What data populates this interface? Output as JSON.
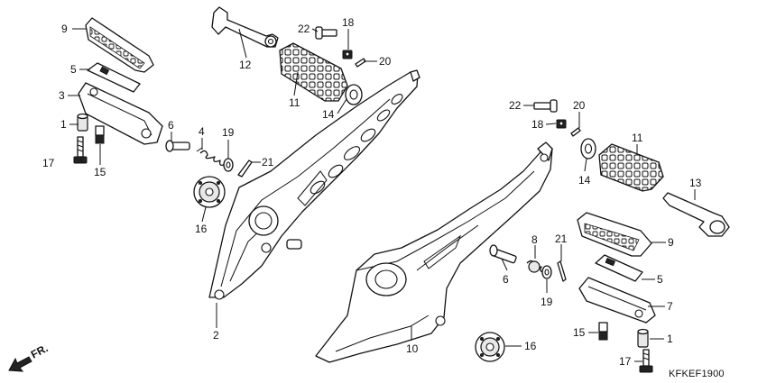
{
  "diagram_code": "KFKEF1900",
  "direction_label": "FR.",
  "icons": [
    "front-direction-arrow-icon"
  ],
  "parts": [
    {
      "id": "p9a",
      "label": "9"
    },
    {
      "id": "p5a",
      "label": "5"
    },
    {
      "id": "p3",
      "label": "3"
    },
    {
      "id": "p1a",
      "label": "1"
    },
    {
      "id": "p17a",
      "label": "17"
    },
    {
      "id": "p15a",
      "label": "15"
    },
    {
      "id": "p6a",
      "label": "6"
    },
    {
      "id": "p4",
      "label": "4"
    },
    {
      "id": "p19a",
      "label": "19"
    },
    {
      "id": "p21a",
      "label": "21"
    },
    {
      "id": "p16a",
      "label": "16"
    },
    {
      "id": "p2",
      "label": "2"
    },
    {
      "id": "p12",
      "label": "12"
    },
    {
      "id": "p11a",
      "label": "11"
    },
    {
      "id": "p22a",
      "label": "22"
    },
    {
      "id": "p18a",
      "label": "18"
    },
    {
      "id": "p20a",
      "label": "20"
    },
    {
      "id": "p14a",
      "label": "14"
    },
    {
      "id": "p22b",
      "label": "22"
    },
    {
      "id": "p18b",
      "label": "18"
    },
    {
      "id": "p20b",
      "label": "20"
    },
    {
      "id": "p11b",
      "label": "11"
    },
    {
      "id": "p14b",
      "label": "14"
    },
    {
      "id": "p13",
      "label": "13"
    },
    {
      "id": "p9b",
      "label": "9"
    },
    {
      "id": "p8",
      "label": "8"
    },
    {
      "id": "p21b",
      "label": "21"
    },
    {
      "id": "p5b",
      "label": "5"
    },
    {
      "id": "p6b",
      "label": "6"
    },
    {
      "id": "p19b",
      "label": "19"
    },
    {
      "id": "p7",
      "label": "7"
    },
    {
      "id": "p15b",
      "label": "15"
    },
    {
      "id": "p1b",
      "label": "1"
    },
    {
      "id": "p17b",
      "label": "17"
    },
    {
      "id": "p10",
      "label": "10"
    },
    {
      "id": "p16b",
      "label": "16"
    }
  ]
}
